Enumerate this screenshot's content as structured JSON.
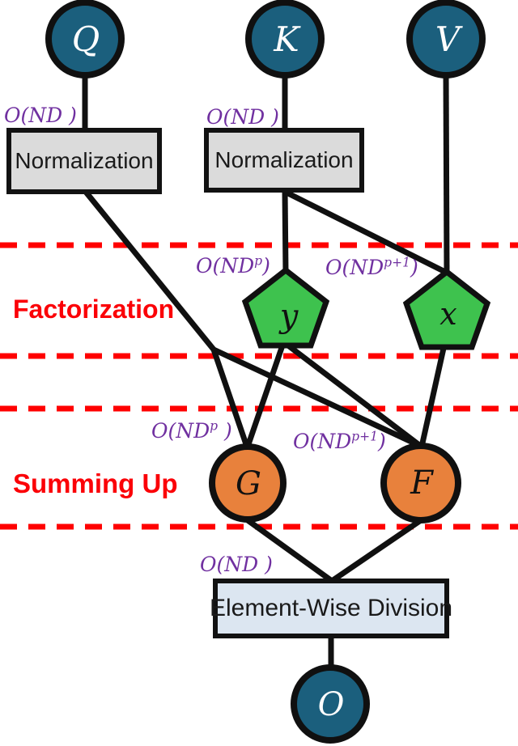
{
  "diagram": {
    "title_semantics": "attention factorization computation flow",
    "nodes": {
      "q": {
        "label": "Q"
      },
      "k": {
        "label": "K"
      },
      "v": {
        "label": "V"
      },
      "y": {
        "label": "y"
      },
      "x": {
        "label": "x"
      },
      "g": {
        "label": "G"
      },
      "f": {
        "label": "F"
      },
      "o": {
        "label": "O"
      }
    },
    "boxes": {
      "norm_q": {
        "label": "Normalization"
      },
      "norm_k": {
        "label": "Normalization"
      },
      "ewd": {
        "label": "Element-Wise Division"
      }
    },
    "sections": {
      "factorization": "Factorization",
      "summing_up": "Summing Up"
    },
    "complexity": {
      "q_in": {
        "pre": "O(ND",
        "sup": "",
        "post": " )"
      },
      "k_in": {
        "pre": "O(ND",
        "sup": "",
        "post": " )"
      },
      "y_in": {
        "pre": "O(ND",
        "sup": "p",
        "post": ")"
      },
      "x_in": {
        "pre": "O(ND",
        "sup": "p+1",
        "post": ")"
      },
      "g_in": {
        "pre": "O(ND",
        "sup": "p",
        "post": " )"
      },
      "f_in": {
        "pre": "O(ND",
        "sup": "p+1",
        "post": ")"
      },
      "o_in": {
        "pre": "O(ND",
        "sup": "",
        "post": " )"
      }
    },
    "colors": {
      "node_teal": "#1b5f7d",
      "pentagon_green": "#3ec24e",
      "sum_orange": "#e8813c",
      "norm_box_gray": "#dbdbdb",
      "division_box_blue": "#dce6f1",
      "complexity_purple": "#7030a0",
      "section_red": "#fb0007",
      "dashed_line_red": "#ff0000",
      "edge_black": "#101010"
    }
  }
}
